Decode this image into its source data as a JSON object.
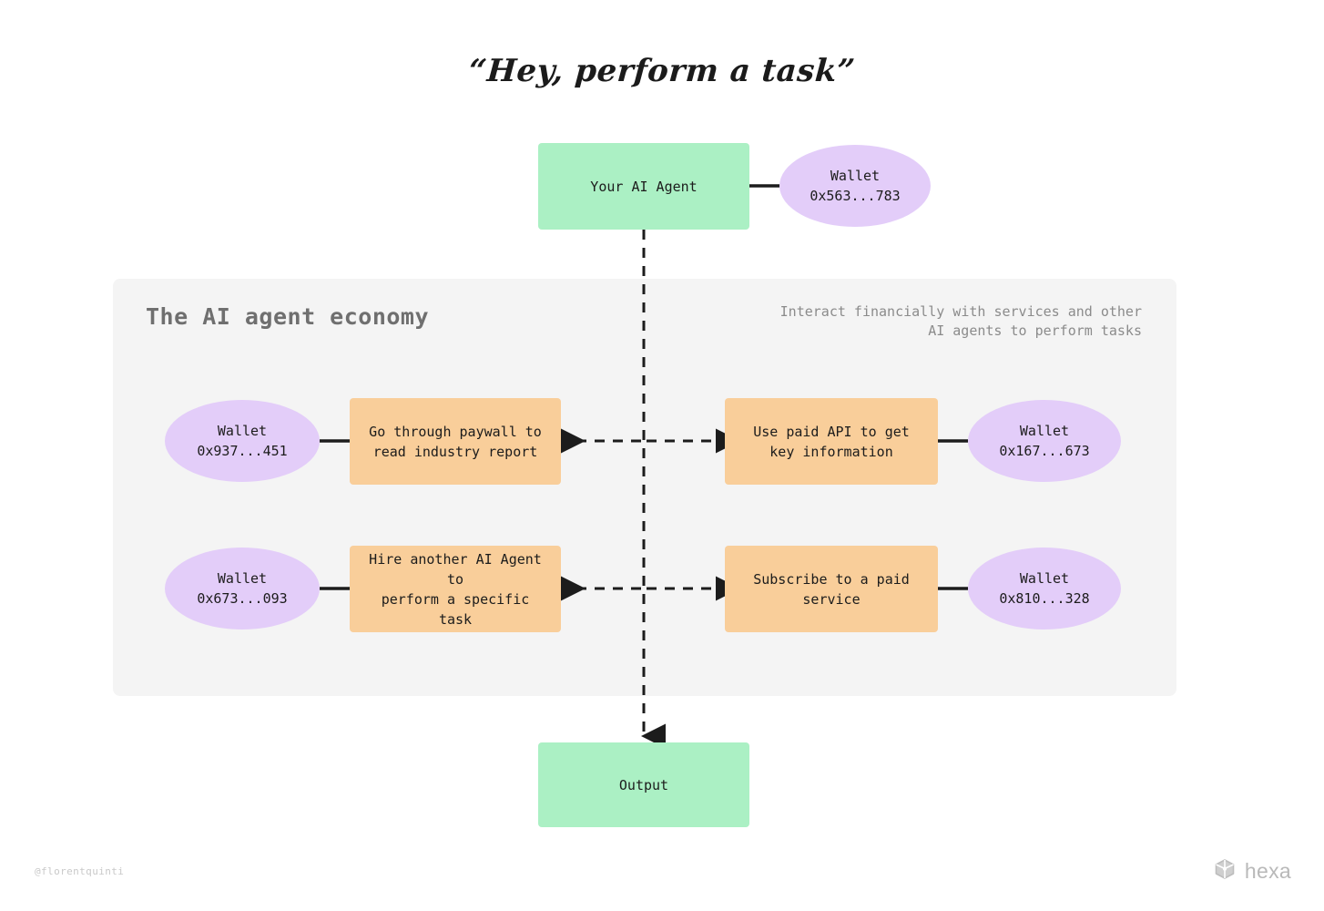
{
  "title": "“Hey, perform a task”",
  "panel": {
    "heading": "The AI agent economy",
    "subtitle": "Interact financially with services and other AI agents to perform tasks"
  },
  "nodes": {
    "agent": {
      "label": "Your AI Agent"
    },
    "agent_wallet": {
      "label": "Wallet\n0x563...783"
    },
    "output": {
      "label": "Output"
    },
    "task_paywall": {
      "label": "Go through paywall to\nread industry report"
    },
    "wallet_paywall": {
      "label": "Wallet\n0x937...451"
    },
    "task_api": {
      "label": "Use paid API to get\nkey information"
    },
    "wallet_api": {
      "label": "Wallet\n0x167...673"
    },
    "task_hire": {
      "label": "Hire another AI Agent to\nperform a specific task"
    },
    "wallet_hire": {
      "label": "Wallet\n0x673...093"
    },
    "task_subscribe": {
      "label": "Subscribe to a paid\nservice"
    },
    "wallet_subscribe": {
      "label": "Wallet\n0x810...328"
    }
  },
  "footer": {
    "credit": "@florentquinti",
    "logo_text": "hexa",
    "logo_icon": "cube-icon"
  },
  "colors": {
    "green": "#abf0c4",
    "orange": "#f9ce9a",
    "purple": "#e3cdf9",
    "panel_bg": "#f4f4f4",
    "line": "#1c1c1c",
    "heading": "#6f6f6f",
    "subtitle": "#8b8b8b"
  }
}
